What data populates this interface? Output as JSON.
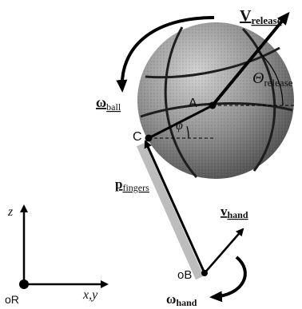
{
  "labels": {
    "v_release": {
      "main": "V",
      "sub": "release"
    },
    "theta_release": {
      "main": "Θ",
      "sub": "release"
    },
    "omega_ball": {
      "main": "ω",
      "sub": "ball"
    },
    "point_a": "A",
    "point_c": "C",
    "phi": "φ",
    "p_fingers": {
      "main": "p",
      "sub": "fingers"
    },
    "v_hand": {
      "main": "v",
      "sub": "hand"
    },
    "point_ob": "oB",
    "omega_hand": {
      "main": "ω",
      "sub": "hand"
    },
    "axis_z": "z",
    "axis_xy": "x,y",
    "origin_or": "oR"
  },
  "colors": {
    "ball_base": "#8c8c8c",
    "ball_light": "#c9c9c9",
    "ball_dark": "#4f4f4f",
    "seam": "#1f1f1f",
    "arrow": "#000000",
    "finger_band": "#bdbdbd"
  }
}
